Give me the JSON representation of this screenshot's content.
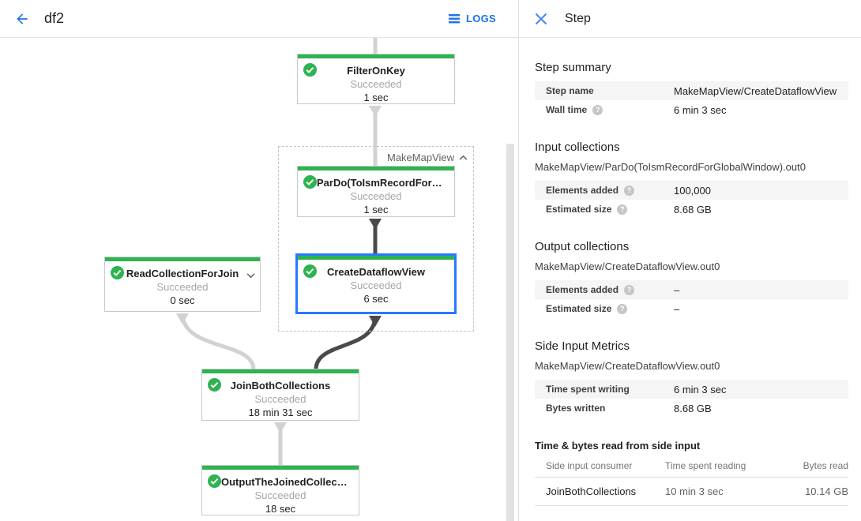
{
  "header": {
    "job_title": "df2",
    "logs_label": "LOGS"
  },
  "icons": {
    "help": "?"
  },
  "panel": {
    "title": "Step",
    "step_summary": {
      "heading": "Step summary",
      "rows": [
        {
          "label": "Step name",
          "value": "MakeMapView/CreateDataflowView"
        },
        {
          "label": "Wall time",
          "value": "6 min 3 sec"
        }
      ]
    },
    "input_collections": {
      "heading": "Input collections",
      "collection": "MakeMapView/ParDo(ToIsmRecordForGlobalWindow).out0",
      "rows": [
        {
          "label": "Elements added",
          "value": "100,000"
        },
        {
          "label": "Estimated size",
          "value": "8.68 GB"
        }
      ]
    },
    "output_collections": {
      "heading": "Output collections",
      "collection": "MakeMapView/CreateDataflowView.out0",
      "rows": [
        {
          "label": "Elements added",
          "value": "–"
        },
        {
          "label": "Estimated size",
          "value": "–"
        }
      ]
    },
    "side_input_metrics": {
      "heading": "Side Input Metrics",
      "collection": "MakeMapView/CreateDataflowView.out0",
      "rows": [
        {
          "label": "Time spent writing",
          "value": "6 min 3 sec"
        },
        {
          "label": "Bytes written",
          "value": "8.68 GB"
        }
      ],
      "table": {
        "heading": "Time & bytes read from side input",
        "columns": [
          "Side input consumer",
          "Time spent reading",
          "Bytes read"
        ],
        "row": {
          "consumer": "JoinBothCollections",
          "time": "10 min 3 sec",
          "bytes": "10.14 GB"
        }
      }
    }
  },
  "graph": {
    "group_label": "MakeMapView",
    "nodes": {
      "filter": {
        "title": "FilterOnKey",
        "status": "Succeeded",
        "time": "1 sec"
      },
      "pardo": {
        "title": "ParDo(ToIsmRecordFor…",
        "status": "Succeeded",
        "time": "1 sec"
      },
      "create": {
        "title": "CreateDataflowView",
        "status": "Succeeded",
        "time": "6 sec"
      },
      "read": {
        "title": "ReadCollectionForJoin",
        "status": "Succeeded",
        "time": "0 sec"
      },
      "join": {
        "title": "JoinBothCollections",
        "status": "Succeeded",
        "time": "18 min 31 sec"
      },
      "output": {
        "title": "OutputTheJoinedCollec…",
        "status": "Succeeded",
        "time": "18 sec"
      }
    }
  },
  "colors": {
    "accent_blue": "#1a73e8",
    "selection_blue": "#2979ff",
    "success_green": "#2eb350",
    "edge_light": "#d2d2d2",
    "edge_dark": "#4a4a4a"
  }
}
